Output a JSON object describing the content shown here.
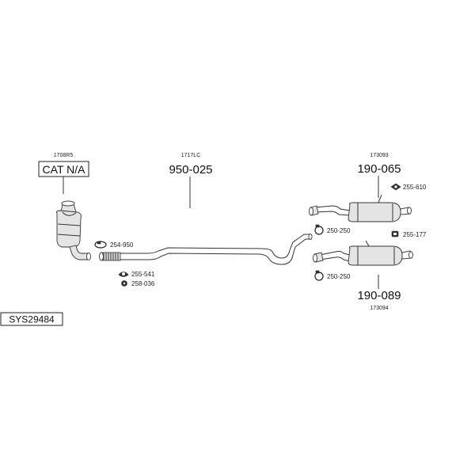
{
  "system_code": "SYS29484",
  "catalyst": {
    "code": "1708R5",
    "label": "CAT N/A"
  },
  "middle_pipe": {
    "code": "1717LC",
    "part": "950-025"
  },
  "rear_upper": {
    "code": "173093",
    "part": "190-065"
  },
  "rear_lower": {
    "code": "173094",
    "part": "190-089"
  },
  "accessories": {
    "clamp_front": "254-950",
    "ring_front": "255-541",
    "nut_front": "258-036",
    "mount_upper": "255-610",
    "clamp_upper": "250-250",
    "mount_mid": "255-177",
    "clamp_lower": "250-250"
  }
}
